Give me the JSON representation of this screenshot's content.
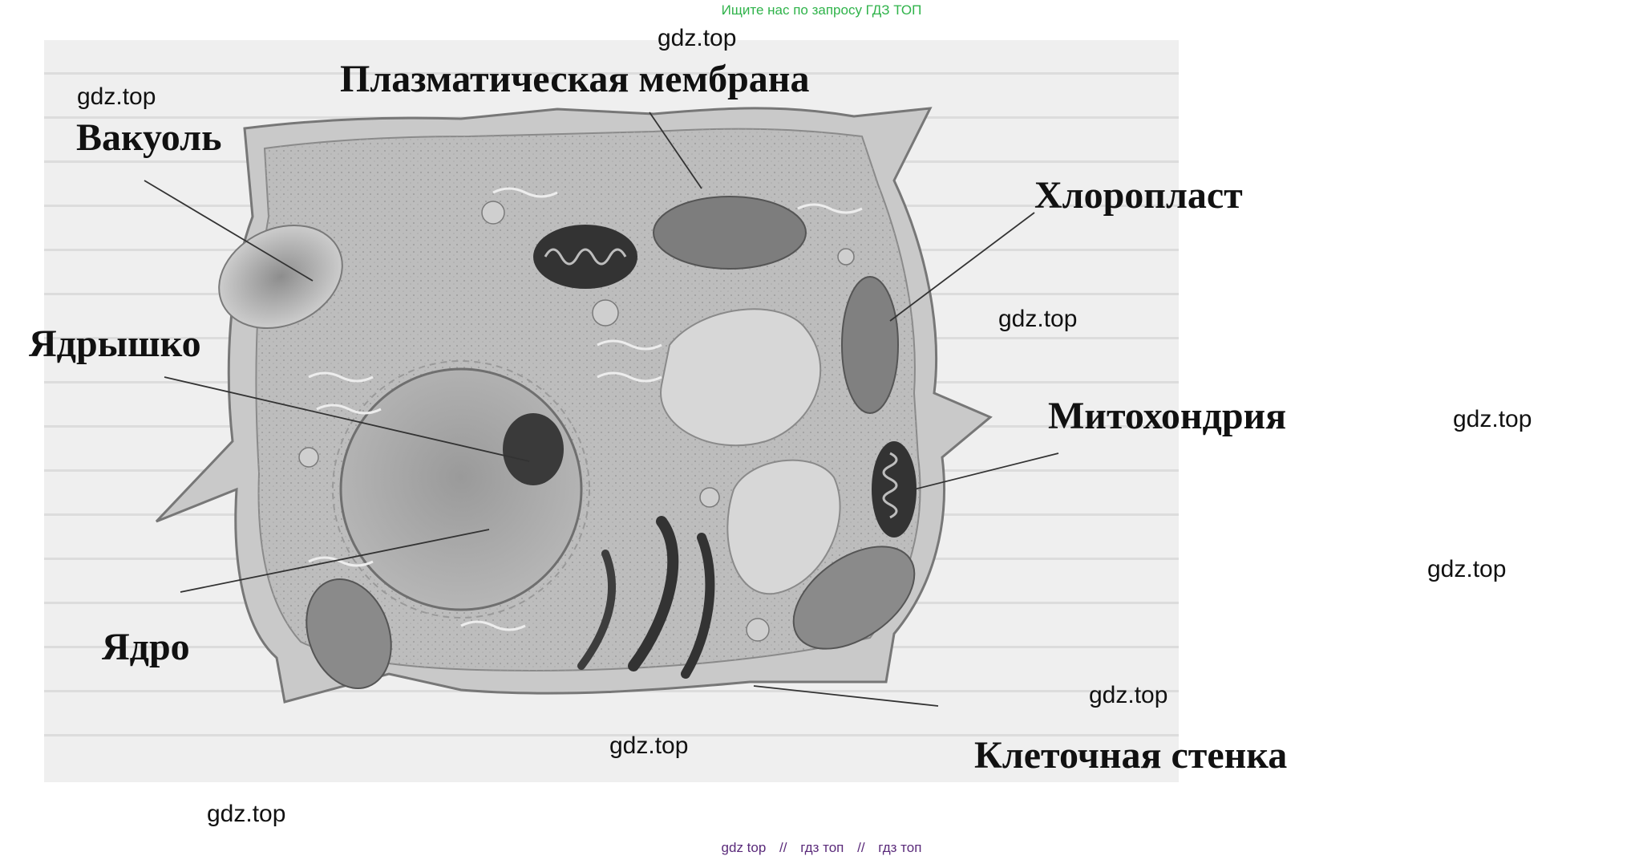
{
  "banner": "Ищите нас по запросу ГДЗ ТОП",
  "labels": {
    "vacuole": "Вакуоль",
    "plasma_membrane": "Плазматическая мембрана",
    "chloroplast": "Хлоропласт",
    "nucleolus": "Ядрышко",
    "mitochondrion": "Митохондрия",
    "nucleus": "Ядро",
    "cell_wall": "Клеточная стенка"
  },
  "watermarks": [
    "gdz.top",
    "gdz.top",
    "gdz.top",
    "gdz.top",
    "gdz.top",
    "gdz.top",
    "gdz.top",
    "gdz.top"
  ],
  "footer": {
    "links": [
      "gdz top",
      "гдз топ",
      "гдз топ"
    ],
    "separator": "//"
  },
  "colors": {
    "banner": "#2fb34a",
    "footer": "#5a2a7a",
    "label": "#111111"
  }
}
